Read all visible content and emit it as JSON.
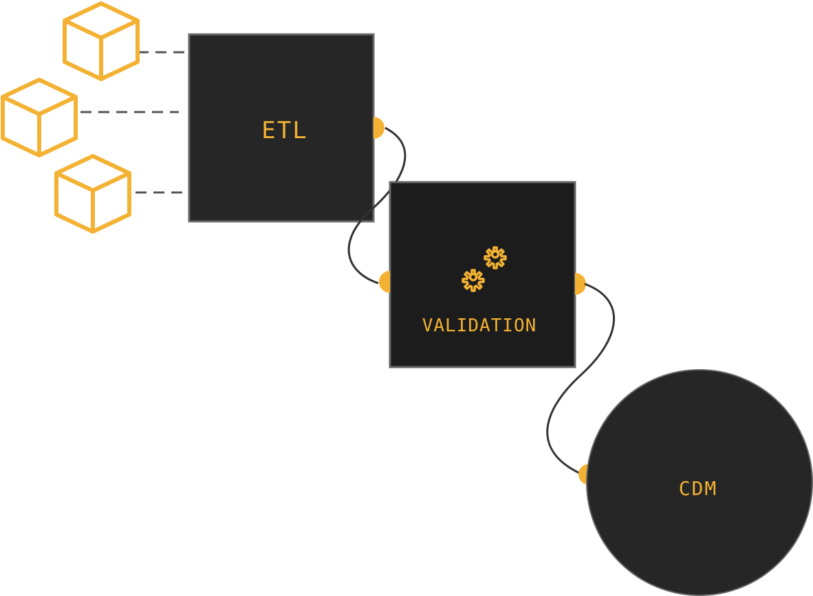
{
  "colors": {
    "accent": "#f3b233",
    "node_fill": "#262626",
    "node_fill_dark": "#1c1c1c",
    "node_border": "#666666",
    "dashed_connector": "#555555",
    "curve_connector": "#333333"
  },
  "nodes": {
    "etl": {
      "label": "ETL"
    },
    "validation": {
      "label": "VALIDATION",
      "icon": "gears-icon"
    },
    "cdm": {
      "label": "CDM"
    }
  },
  "sources": [
    {
      "icon": "cube-icon"
    },
    {
      "icon": "cube-icon"
    },
    {
      "icon": "cube-icon"
    }
  ],
  "edges": [
    {
      "from": "source-1",
      "to": "etl",
      "style": "dashed"
    },
    {
      "from": "source-2",
      "to": "etl",
      "style": "dashed"
    },
    {
      "from": "source-3",
      "to": "etl",
      "style": "dashed"
    },
    {
      "from": "etl",
      "to": "validation",
      "style": "curve"
    },
    {
      "from": "validation",
      "to": "cdm",
      "style": "curve"
    }
  ]
}
